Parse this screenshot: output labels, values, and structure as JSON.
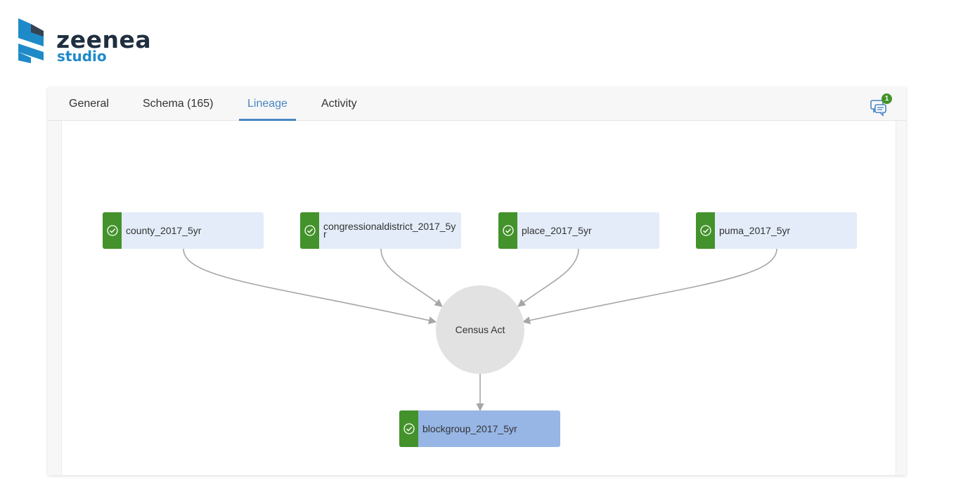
{
  "brand": {
    "name": "zeenea",
    "sub": "studio",
    "colors": {
      "primary": "#1f8ac8",
      "dark": "#1f2f3f"
    }
  },
  "tabs": [
    {
      "label": "General",
      "active": false
    },
    {
      "label": "Schema (165)",
      "active": false
    },
    {
      "label": "Lineage",
      "active": true
    },
    {
      "label": "Activity",
      "active": false
    }
  ],
  "comments": {
    "badge": "1",
    "icon": "comment-icon"
  },
  "lineage": {
    "sources": [
      {
        "label": "county_2017_5yr",
        "status": "check-circle-icon"
      },
      {
        "label": "congressionaldistrict_2017_5yr",
        "status": "check-circle-icon"
      },
      {
        "label": "place_2017_5yr",
        "status": "check-circle-icon"
      },
      {
        "label": "puma_2017_5yr",
        "status": "check-circle-icon"
      }
    ],
    "process": {
      "label": "Census Act"
    },
    "target": {
      "label": "blockgroup_2017_5yr",
      "status": "check-circle-icon"
    }
  },
  "colors": {
    "accent": "#4a85c4",
    "status_ok": "#43922b",
    "source_bg": "#e3ecf8",
    "target_bg": "#97b6e6",
    "process_bg": "#e2e2e2",
    "edge": "#a6a6a6"
  }
}
